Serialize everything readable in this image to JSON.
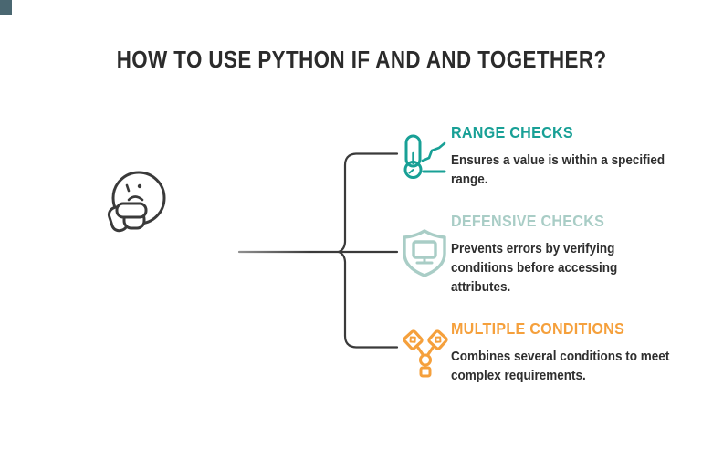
{
  "title": "HOW TO USE PYTHON IF AND AND TOGETHER?",
  "palette": {
    "heading_teal": "#18a096",
    "heading_pale": "#a9cdc6",
    "heading_orange": "#f5a03c",
    "body_text": "#2e2e2e",
    "connector_line": "#3a3a3a",
    "corner_mark": "#4a6771"
  },
  "icons": {
    "thinker": "thinking-face-icon",
    "item1": "thermometer-trend-icon",
    "item2": "shield-monitor-icon",
    "item3": "crossed-pistons-icon"
  },
  "items": [
    {
      "heading": "RANGE CHECKS",
      "color": "#18a096",
      "icon": "thermometer-trend-icon",
      "body_lines": [
        "Ensures a value is within a specified",
        "range."
      ]
    },
    {
      "heading": "DEFENSIVE CHECKS",
      "color": "#a9cdc6",
      "icon": "shield-monitor-icon",
      "body_lines": [
        "Prevents errors by verifying",
        "conditions before accessing",
        "attributes."
      ]
    },
    {
      "heading": "MULTIPLE CONDITIONS",
      "color": "#f5a03c",
      "icon": "crossed-pistons-icon",
      "body_lines": [
        "Combines several conditions to meet",
        "complex requirements."
      ]
    }
  ]
}
